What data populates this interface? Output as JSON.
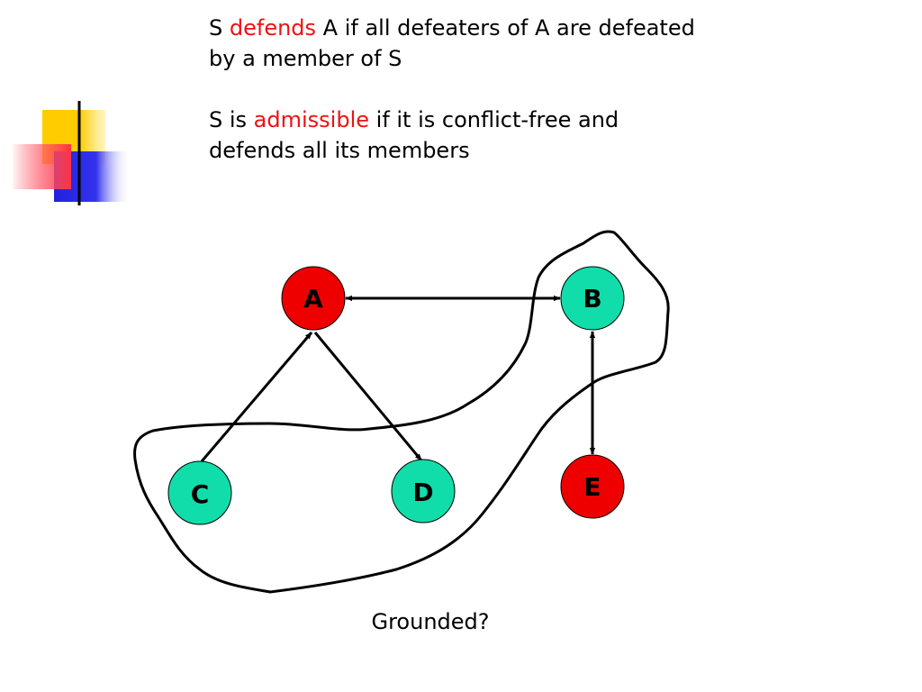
{
  "slide": {
    "line1": {
      "part1": "S ",
      "keyword": "defends",
      "part2": " A if all defeaters of A are defeated",
      "part3": "by a member of S"
    },
    "line2": {
      "part1": "S is ",
      "keyword": "admissible",
      "part2": " if it is conflict-free and",
      "part3": "defends all its members"
    },
    "caption": "Grounded?"
  },
  "colors": {
    "highlight": "#ee1111",
    "red_node": "#ee0000",
    "green_node": "#11ddaa",
    "deco_yellow": "#ffcc00",
    "deco_blue": "#2222dd",
    "deco_red": "#ff3344"
  },
  "graph": {
    "nodes": [
      {
        "id": "A",
        "label": "A",
        "color": "red"
      },
      {
        "id": "B",
        "label": "B",
        "color": "green"
      },
      {
        "id": "C",
        "label": "C",
        "color": "green"
      },
      {
        "id": "D",
        "label": "D",
        "color": "green"
      },
      {
        "id": "E",
        "label": "E",
        "color": "red"
      }
    ],
    "edges": [
      {
        "from": "A",
        "to": "B",
        "type": "bidirectional"
      },
      {
        "from": "C",
        "to": "A",
        "type": "directed"
      },
      {
        "from": "A",
        "to": "D",
        "type": "directed"
      },
      {
        "from": "B",
        "to": "E",
        "type": "bidirectional"
      }
    ],
    "enclosed_set": [
      "B",
      "C",
      "D"
    ]
  }
}
